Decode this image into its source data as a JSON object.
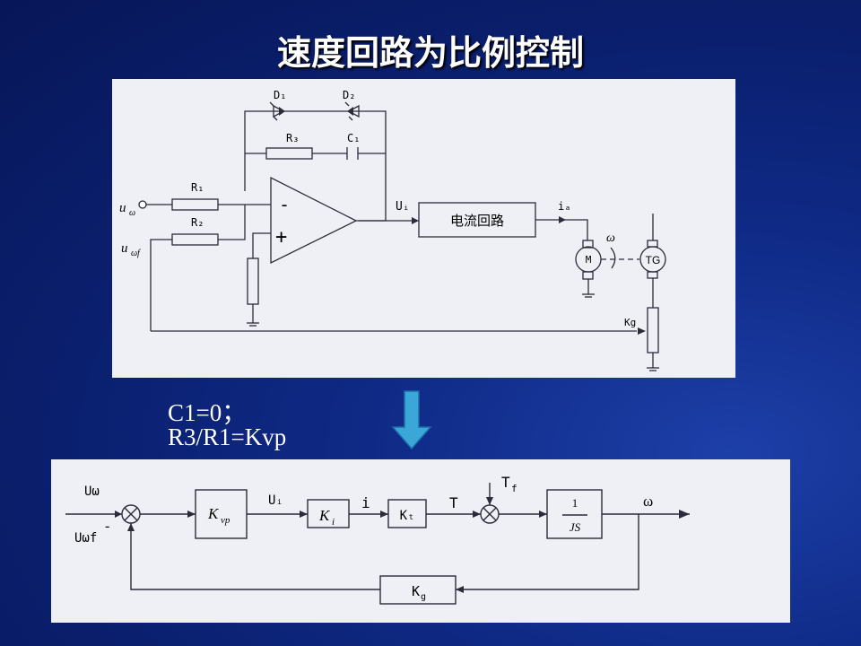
{
  "title": "速度回路为比例控制",
  "circuit": {
    "d1": "D₁",
    "d2": "D₂",
    "r3": "R₃",
    "c1": "C₁",
    "r1": "R₁",
    "r2": "R₂",
    "u_omega": "u",
    "u_omega_sub": "ω",
    "u_omega_f": "u",
    "u_omega_f_sub": "ωf",
    "minus": "-",
    "plus": "+",
    "ui": "Uᵢ",
    "current_loop": "电流回路",
    "ia": "iₐ",
    "omega": "ω",
    "motor": "M",
    "tg": "TG",
    "kg": "Kg"
  },
  "conditions": {
    "line1": "C1=0；",
    "line2": "R3/R1=Kvp"
  },
  "block": {
    "u_omega": "Uω",
    "u_omega_f": "Uωf",
    "minus": "-",
    "kvp_main": "K",
    "kvp_sub": "vp",
    "ui": "Uᵢ",
    "ki_main": "K",
    "ki_sub": "i",
    "i": "i",
    "kt": "Kₜ",
    "t": "T",
    "tf": "Tf",
    "tf_main": "T",
    "tf_sub": "f",
    "tf_num": "1",
    "tf_den": "JS",
    "omega": "ω",
    "kg": "K",
    "kg_sub": "g"
  },
  "colors": {
    "background": "#0a1f6e",
    "panel": "#eef0f5",
    "line": "#2b2b3a",
    "arrow_fill": "#3aa7d8"
  }
}
